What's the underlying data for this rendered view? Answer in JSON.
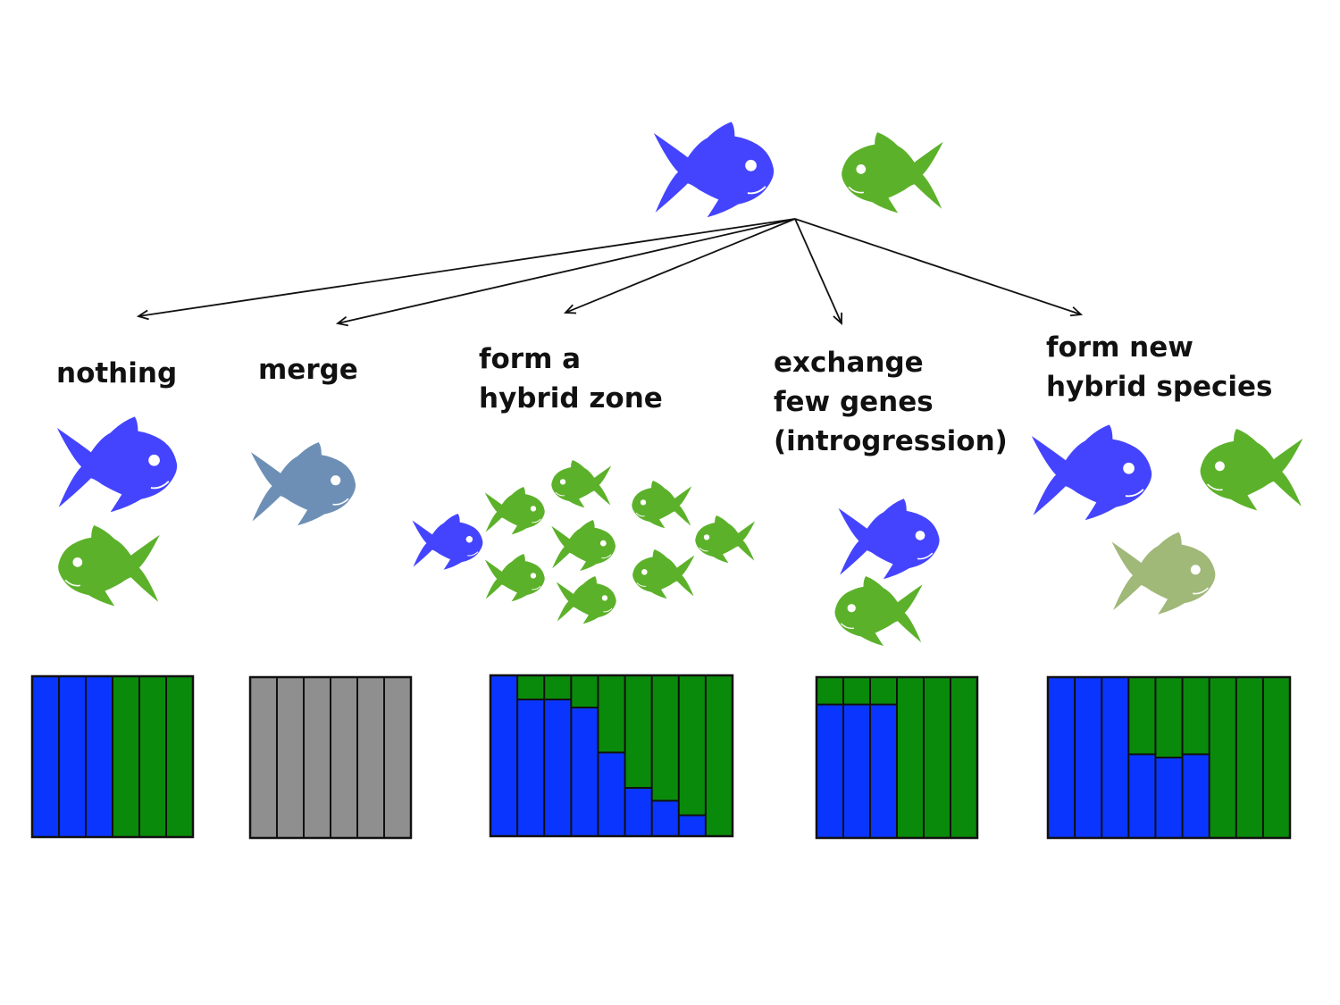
{
  "colors": {
    "fish_blue": "#4444ff",
    "fish_green": "#5cb12a",
    "fish_merged": "#6e8fb5",
    "fish_hybrid_species": "#a0b878",
    "bar_blue": "#0a35ff",
    "bar_green": "#0a8a0a",
    "bar_gray": "#8f8f8f",
    "arrow": "#111111"
  },
  "outcomes": [
    {
      "id": "nothing",
      "label_lines": [
        "nothing"
      ]
    },
    {
      "id": "merge",
      "label_lines": [
        "merge"
      ]
    },
    {
      "id": "hybrid-zone",
      "label_lines": [
        "form a",
        "hybrid zone"
      ]
    },
    {
      "id": "introgression",
      "label_lines": [
        "exchange",
        "few genes",
        "(introgression)"
      ]
    },
    {
      "id": "hybrid-species",
      "label_lines": [
        "form new",
        "hybrid species"
      ]
    }
  ],
  "ancestry_panels": [
    {
      "outcome": "nothing",
      "blue_fraction": [
        1,
        1,
        1,
        0,
        0,
        0
      ],
      "gray": false
    },
    {
      "outcome": "merge",
      "blue_fraction": [
        0,
        0,
        0,
        0,
        0,
        0
      ],
      "gray": true
    },
    {
      "outcome": "hybrid-zone",
      "blue_fraction": [
        1,
        0.85,
        0.85,
        0.8,
        0.52,
        0.3,
        0.22,
        0.13,
        0
      ],
      "gray": false
    },
    {
      "outcome": "introgression",
      "blue_fraction": [
        0.83,
        0.83,
        0.83,
        0,
        0,
        0
      ],
      "gray": false
    },
    {
      "outcome": "hybrid-species",
      "blue_fraction": [
        1,
        1,
        1,
        0.52,
        0.5,
        0.52,
        0,
        0,
        0
      ],
      "gray": false
    }
  ]
}
